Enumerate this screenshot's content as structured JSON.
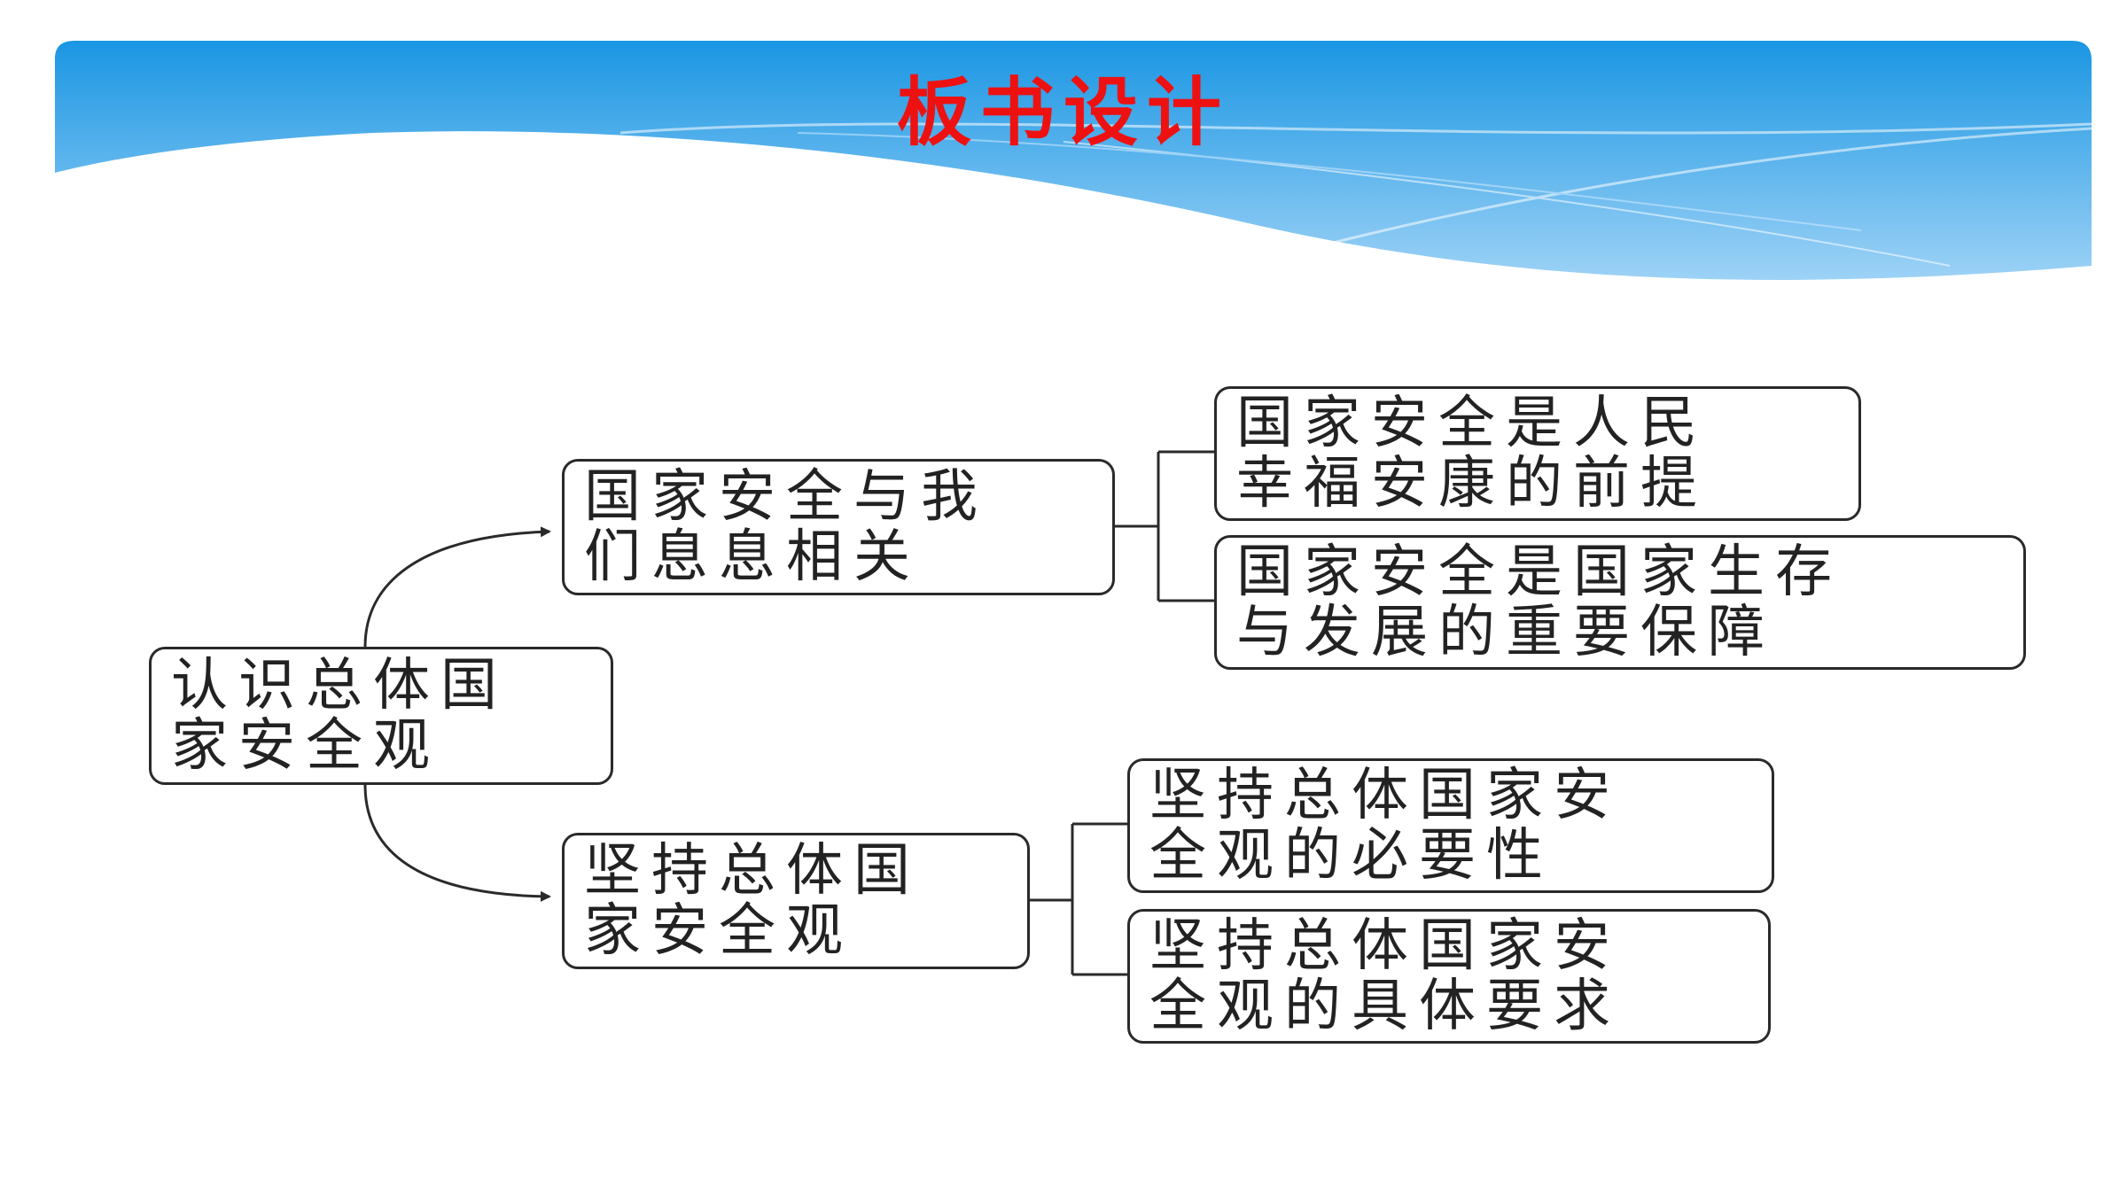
{
  "title": "板书设计",
  "colors": {
    "title": "#ee1111",
    "banner_top": "#1a96e3",
    "banner_bottom": "#9dd2f6",
    "node_border": "#2a2a2a"
  },
  "diagram": {
    "root": {
      "line1": "认识总体国",
      "line2": "家安全观"
    },
    "branch_upper": {
      "line1": "国家安全与我",
      "line2": "们息息相关",
      "children": [
        {
          "line1": "国家安全是人民",
          "line2": "幸福安康的前提"
        },
        {
          "line1": "国家安全是国家生存",
          "line2": "与发展的重要保障"
        }
      ]
    },
    "branch_lower": {
      "line1": "坚持总体国",
      "line2": "家安全观",
      "children": [
        {
          "line1": "坚持总体国家安",
          "line2": "全观的必要性"
        },
        {
          "line1": "坚持总体国家安",
          "line2": "全观的具体要求"
        }
      ]
    }
  }
}
